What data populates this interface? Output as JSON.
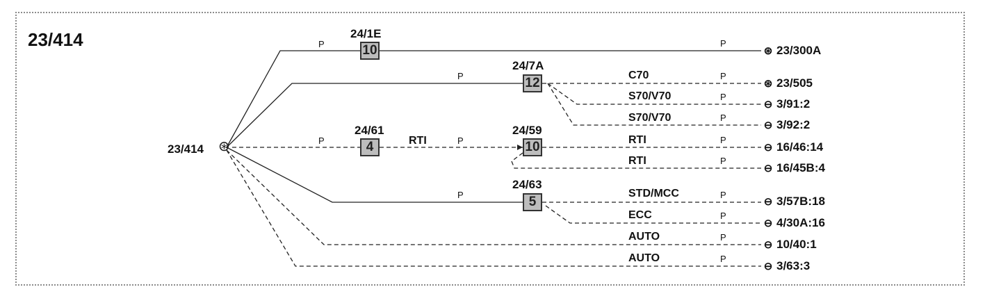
{
  "title": "23/414",
  "source": {
    "label": "23/414",
    "icon": "ground-star-icon"
  },
  "branch_labels": {
    "b1_p": "P",
    "b2_p": "P",
    "b3_p1": "P",
    "b3_rti": "RTI",
    "b3_p2": "P",
    "b4_p": "P"
  },
  "splices": [
    {
      "id": "24/1E",
      "number": "10"
    },
    {
      "id": "24/7A",
      "number": "12"
    },
    {
      "id": "24/61",
      "number": "4"
    },
    {
      "id": "24/59",
      "number": "10"
    },
    {
      "id": "24/63",
      "number": "5"
    }
  ],
  "outputs": [
    {
      "condition": "",
      "p": "P",
      "dest": "23/300A",
      "symbol": "ground-star-icon"
    },
    {
      "condition": "C70",
      "p": "P",
      "dest": "23/505",
      "symbol": "ground-star-icon"
    },
    {
      "condition": "S70/V70",
      "p": "P",
      "dest": "3/91:2",
      "symbol": "connector-icon"
    },
    {
      "condition": "S70/V70",
      "p": "P",
      "dest": "3/92:2",
      "symbol": "connector-icon"
    },
    {
      "condition": "RTI",
      "p": "P",
      "dest": "16/46:14",
      "symbol": "connector-icon"
    },
    {
      "condition": "RTI",
      "p": "P",
      "dest": "16/45B:4",
      "symbol": "connector-icon"
    },
    {
      "condition": "STD/MCC",
      "p": "P",
      "dest": "3/57B:18",
      "symbol": "connector-icon"
    },
    {
      "condition": "ECC",
      "p": "P",
      "dest": "4/30A:16",
      "symbol": "connector-icon"
    },
    {
      "condition": "AUTO",
      "p": "P",
      "dest": "10/40:1",
      "symbol": "connector-icon"
    },
    {
      "condition": "AUTO",
      "p": "P",
      "dest": "3/63:3",
      "symbol": "connector-icon"
    }
  ],
  "symbols": {
    "ground": "⊛",
    "connector": "⊖"
  }
}
